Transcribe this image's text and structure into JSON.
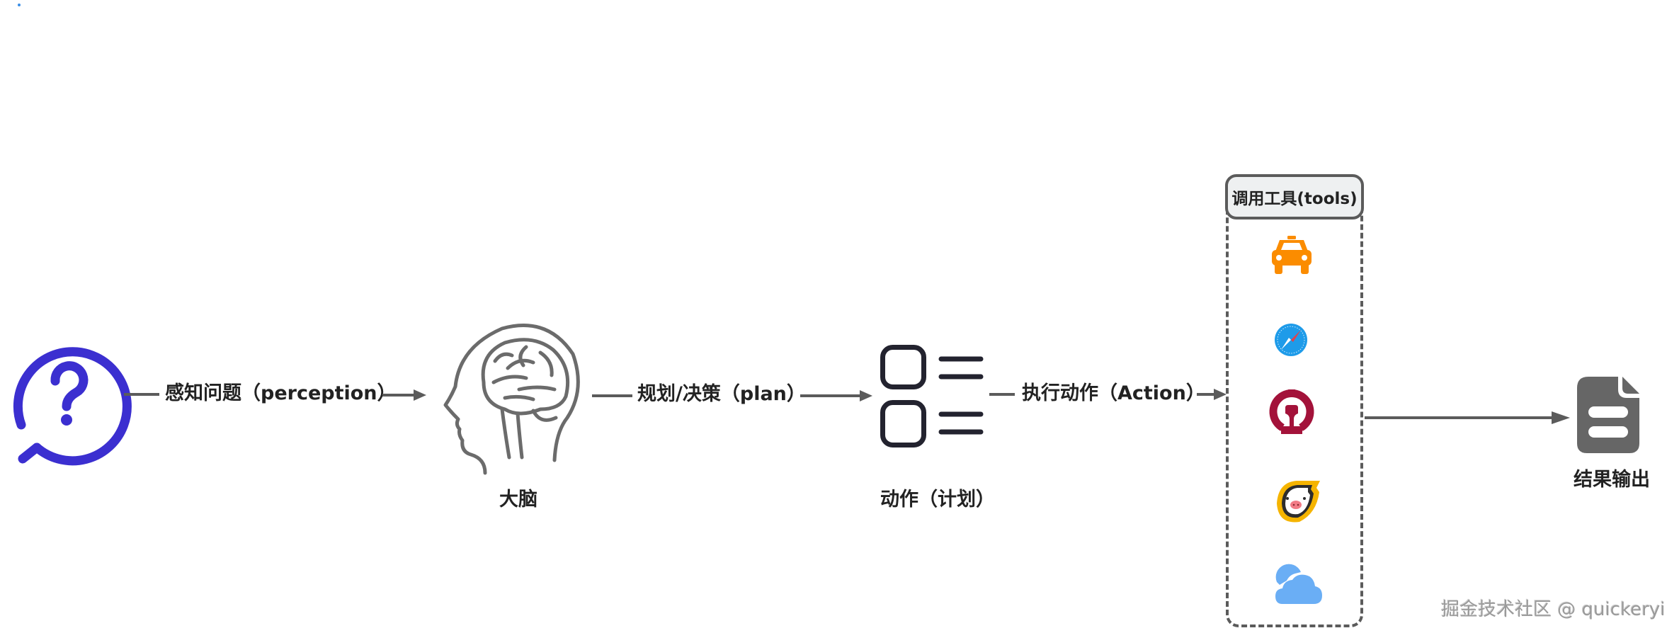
{
  "diagram": {
    "nodes": {
      "question": {
        "icon": "question-bubble-icon",
        "color": "#3b2fd0"
      },
      "brain": {
        "icon": "head-brain-icon",
        "label": "大脑",
        "color": "#6b6b6b"
      },
      "action_plan": {
        "icon": "checklist-icon",
        "label": "动作（计划）",
        "color": "#23232f"
      },
      "tools": {
        "header": "调用工具(tools)",
        "items": [
          {
            "icon": "taxi-icon",
            "color": "#fb8c00"
          },
          {
            "icon": "safari-compass-icon",
            "color": "#1e9be9"
          },
          {
            "icon": "china-railway-icon",
            "color": "#a3123a"
          },
          {
            "icon": "fliggy-pig-icon",
            "color": "#f5b400"
          },
          {
            "icon": "cloud-weather-icon",
            "color": "#6aaef5"
          }
        ]
      },
      "output": {
        "icon": "document-icon",
        "label": "结果输出",
        "color": "#666666"
      }
    },
    "edges": [
      {
        "from": "question",
        "to": "brain",
        "label": "感知问题（perception）"
      },
      {
        "from": "brain",
        "to": "action_plan",
        "label": "规划/决策（plan）"
      },
      {
        "from": "action_plan",
        "to": "tools",
        "label": "执行动作（Action）"
      },
      {
        "from": "tools",
        "to": "output",
        "label": ""
      }
    ]
  },
  "watermark": "掘金技术社区 @ quickeryi"
}
